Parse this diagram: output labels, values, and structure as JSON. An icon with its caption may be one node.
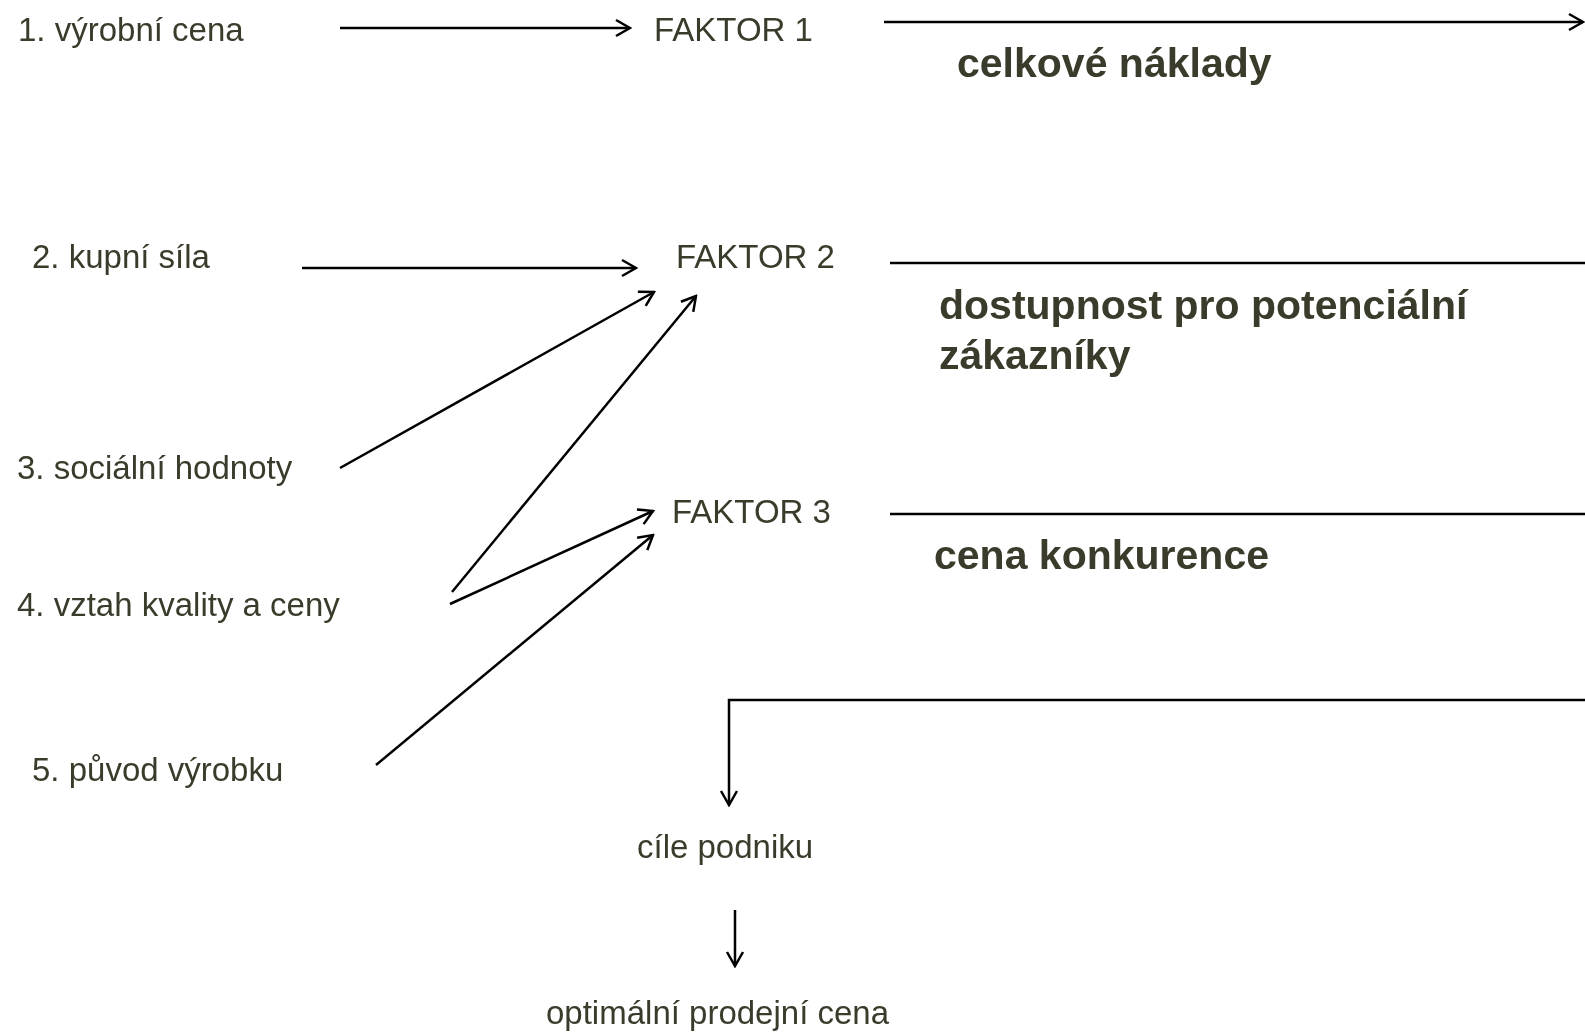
{
  "diagram": {
    "nodes": [
      {
        "text": [
          "1. výrobní cena"
        ]
      },
      {
        "text": [
          "FAKTOR 1"
        ]
      },
      {
        "text": [
          "2. kupní síla"
        ]
      },
      {
        "text": [
          "FAKTOR 2"
        ]
      },
      {
        "text": [
          "3. sociální hodnoty"
        ]
      },
      {
        "text": [
          "FAKTOR 3"
        ]
      },
      {
        "text": [
          "4. vztah kvality a ceny"
        ]
      },
      {
        "text": [
          "5. původ výrobku"
        ]
      },
      {
        "text": [
          "cíle podniku"
        ]
      },
      {
        "text": [
          "optimální prodejní cena"
        ]
      }
    ],
    "edges": [
      {
        "from": 0,
        "to": 1,
        "arrow": "to"
      },
      {
        "from": 2,
        "to": 3,
        "arrow": "to"
      },
      {
        "from": 4,
        "to": 3,
        "arrow": "to"
      },
      {
        "from": 6,
        "to": 3,
        "arrow": "to"
      },
      {
        "from": 6,
        "to": 5,
        "arrow": "to"
      },
      {
        "from": 7,
        "to": 5,
        "arrow": "to"
      },
      {
        "from": 1,
        "to": null,
        "arrow": "to",
        "label": "celkové náklady"
      },
      {
        "from": 3,
        "to": null,
        "arrow": "none",
        "label": "dostupnost pro potenciální zákazníky"
      },
      {
        "from": 5,
        "to": null,
        "arrow": "none",
        "label": "cena konkurence"
      },
      {
        "from": null,
        "to": 8,
        "arrow": "to"
      },
      {
        "from": 8,
        "to": 9,
        "arrow": "to"
      }
    ]
  }
}
